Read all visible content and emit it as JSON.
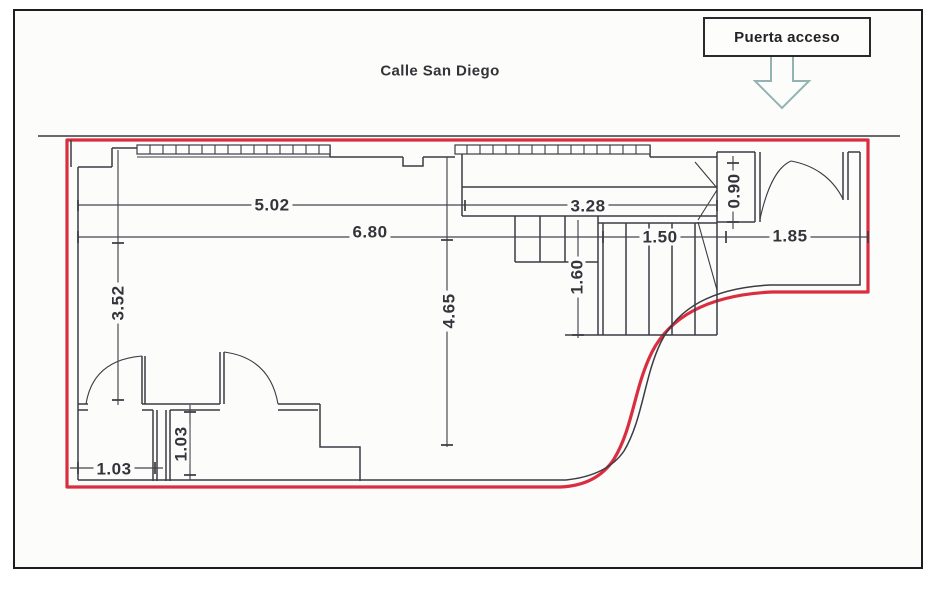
{
  "labels": {
    "street": "Calle San Diego",
    "entrance": "Puerta acceso"
  },
  "dimensions": {
    "room_width": "5.02",
    "corridor_width": "3.28",
    "overall_width": "6.80",
    "stair_width": "1.50",
    "entry_width": "1.85",
    "left_depth": "3.52",
    "room_depth": "4.65",
    "stair_run": "1.60",
    "entry_door_width": "0.90",
    "closet_width": "1.03",
    "nook_depth": "1.03"
  },
  "colors": {
    "premises_outline": "#d92e40",
    "wall_lines": "#3b3b45",
    "arrow_outline": "#93b3b3",
    "page_frame": "#1d1d1d",
    "dimension_text": "#34343c"
  }
}
